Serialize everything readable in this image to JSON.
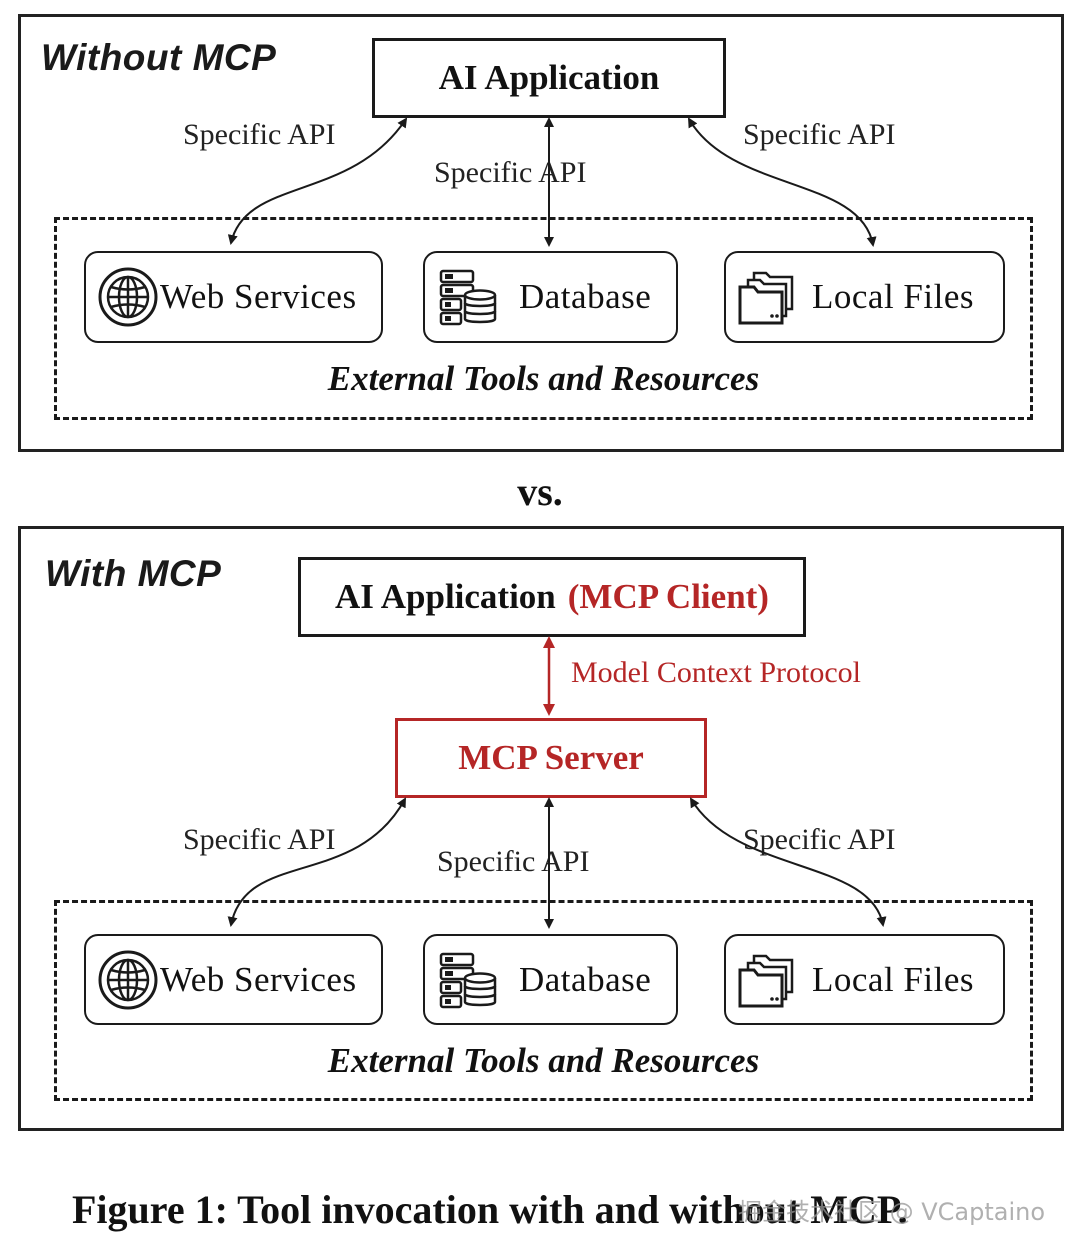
{
  "top_panel": {
    "title": "Without MCP",
    "app_label": "AI Application",
    "api_labels": [
      "Specific API",
      "Specific API",
      "Specific API"
    ],
    "tools": [
      {
        "label": "Web Services",
        "icon": "globe-icon"
      },
      {
        "label": "Database",
        "icon": "database-server-icon"
      },
      {
        "label": "Local Files",
        "icon": "folders-icon"
      }
    ],
    "group_caption": "External Tools and Resources"
  },
  "separator": "vs.",
  "bottom_panel": {
    "title": "With MCP",
    "app_label": "AI Application",
    "app_label_suffix": "(MCP Client)",
    "protocol_label": "Model Context Protocol",
    "server_label": "MCP Server",
    "api_labels": [
      "Specific API",
      "Specific API",
      "Specific API"
    ],
    "tools": [
      {
        "label": "Web Services",
        "icon": "globe-icon"
      },
      {
        "label": "Database",
        "icon": "database-server-icon"
      },
      {
        "label": "Local Files",
        "icon": "folders-icon"
      }
    ],
    "group_caption": "External Tools and Resources"
  },
  "figure_caption": "Figure 1: Tool invocation with and without MCP.",
  "watermark": "掘金技术社区 @ VCaptaino",
  "colors": {
    "accent_red": "#b52626",
    "line": "#1a1a1a"
  }
}
